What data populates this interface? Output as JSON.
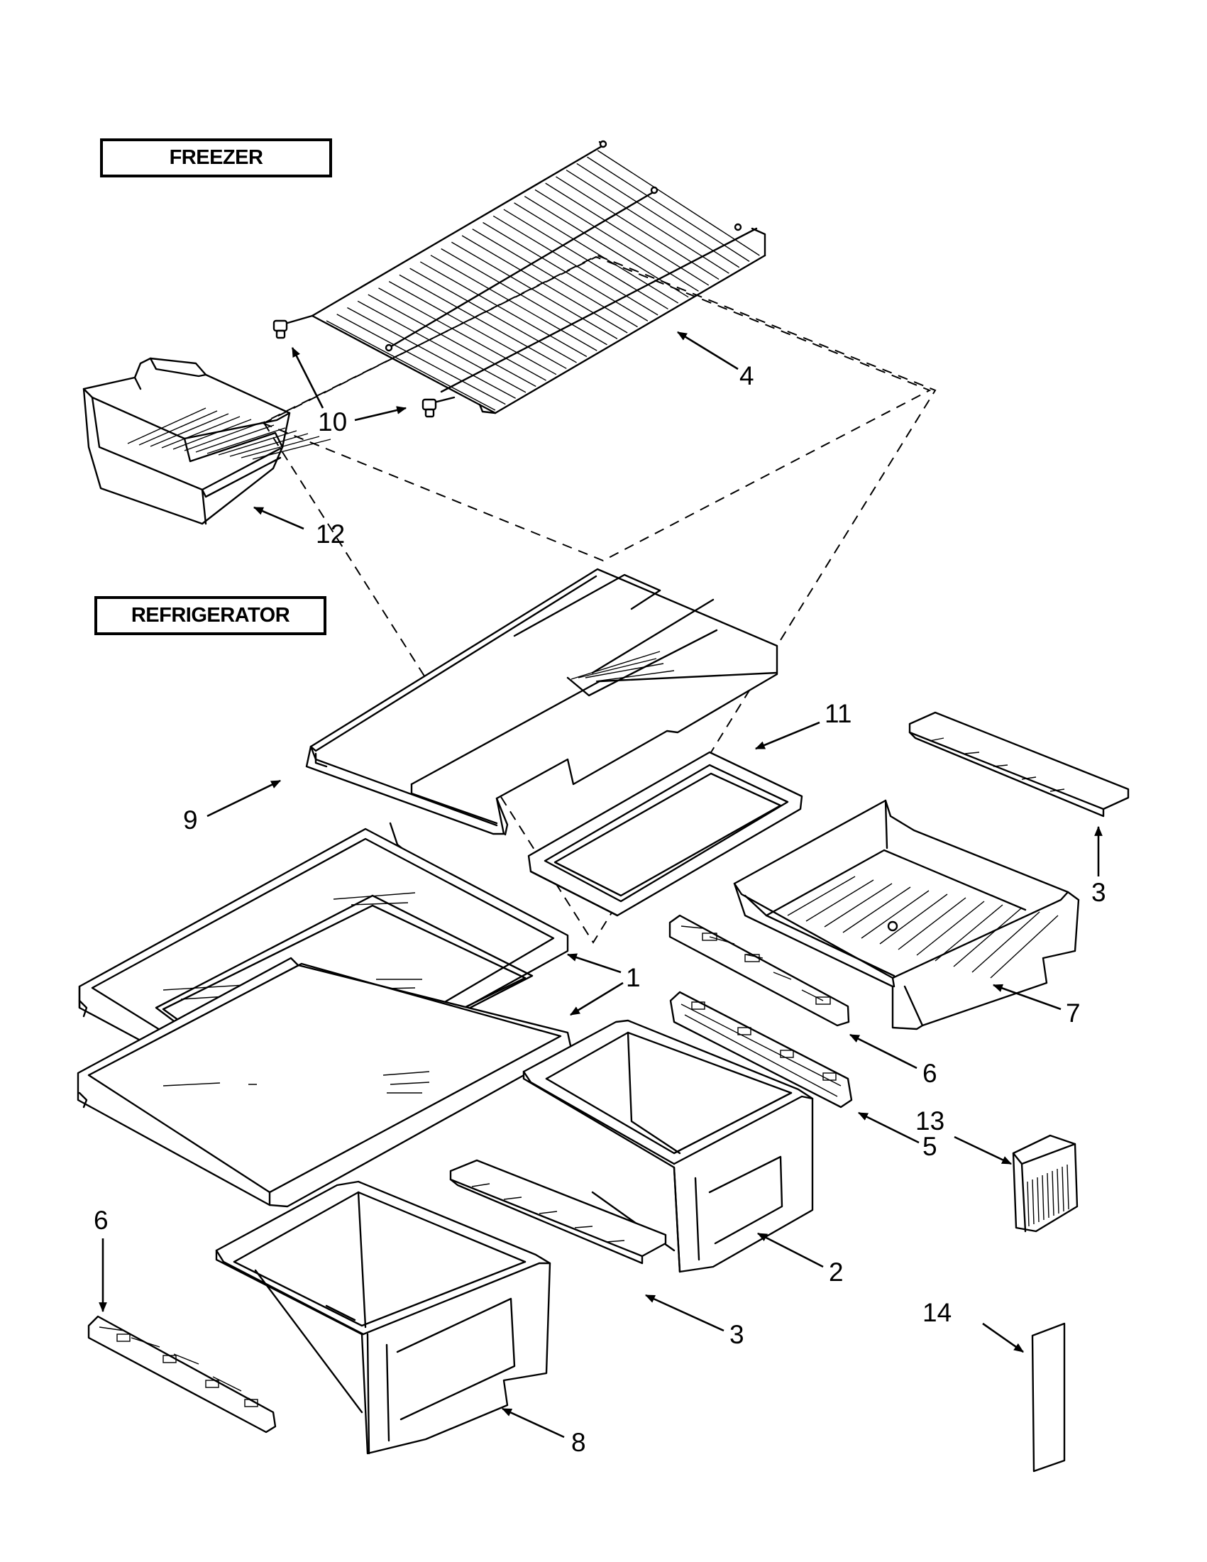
{
  "sections": {
    "freezer": "FREEZER",
    "refrigerator": "REFRIGERATOR"
  },
  "callouts": {
    "c1": "1",
    "c2": "2",
    "c3a": "3",
    "c3b": "3",
    "c4": "4",
    "c5": "5",
    "c6a": "6",
    "c6b": "6",
    "c7": "7",
    "c8": "8",
    "c9": "9",
    "c10": "10",
    "c11": "11",
    "c12": "12",
    "c13": "13",
    "c14": "14"
  }
}
